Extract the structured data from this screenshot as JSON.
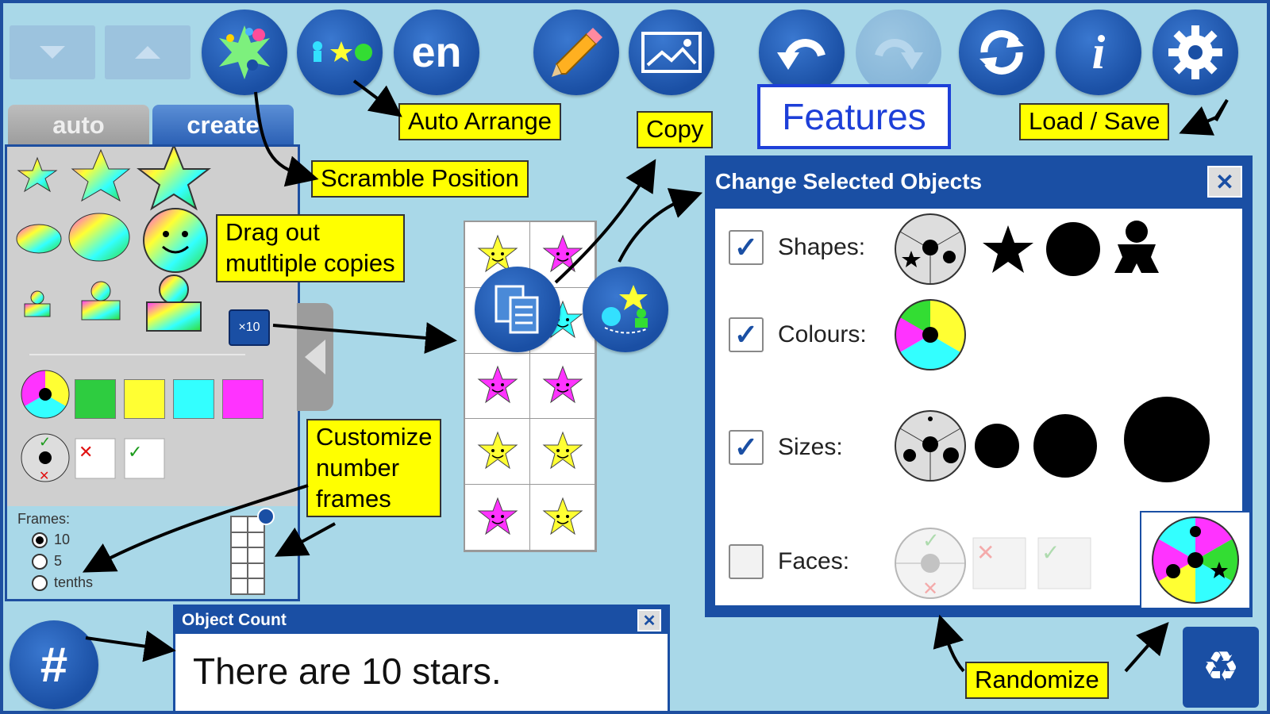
{
  "toolbar": {
    "lang_label": "en",
    "info_label": "i"
  },
  "tabs": {
    "auto": "auto",
    "create": "create"
  },
  "callouts": {
    "auto_arrange": "Auto Arrange",
    "copy": "Copy",
    "features": "Features",
    "load_save": "Load / Save",
    "scramble": "Scramble Position",
    "drag_line1": "Drag out",
    "drag_line2": "mutltiple copies",
    "customize_line1": "Customize",
    "customize_line2": "number",
    "customize_line3": "frames",
    "randomize": "Randomize"
  },
  "left_panel": {
    "copies_badge": "×10",
    "frames_label": "Frames:",
    "frame_options": [
      "10",
      "5",
      "tenths"
    ],
    "frame_selected": "10",
    "palette_colors": [
      "#2ecc40",
      "#ffff33",
      "#33ffff",
      "#ff33ff"
    ]
  },
  "change_panel": {
    "title": "Change Selected Objects",
    "close": "✕",
    "rows": [
      {
        "label": "Shapes:",
        "checked": true
      },
      {
        "label": "Colours:",
        "checked": true
      },
      {
        "label": "Sizes:",
        "checked": true
      },
      {
        "label": "Faces:",
        "checked": false
      }
    ],
    "colours": [
      "#2ecc40",
      "#ffff33",
      "#33ffff",
      "#ff33ff"
    ]
  },
  "object_count": {
    "title": "Object Count",
    "close": "✕",
    "text": "There are 10 stars.",
    "count_button": "#"
  },
  "frame_grid": {
    "stars": [
      "yellow",
      "magenta",
      "hidden",
      "cyan",
      "magenta",
      "magenta",
      "yellow",
      "yellow",
      "magenta",
      "yellow"
    ]
  },
  "colors": {
    "background": "#a9d8e8",
    "accent": "#1a4fa4",
    "callout": "#ffff00"
  }
}
